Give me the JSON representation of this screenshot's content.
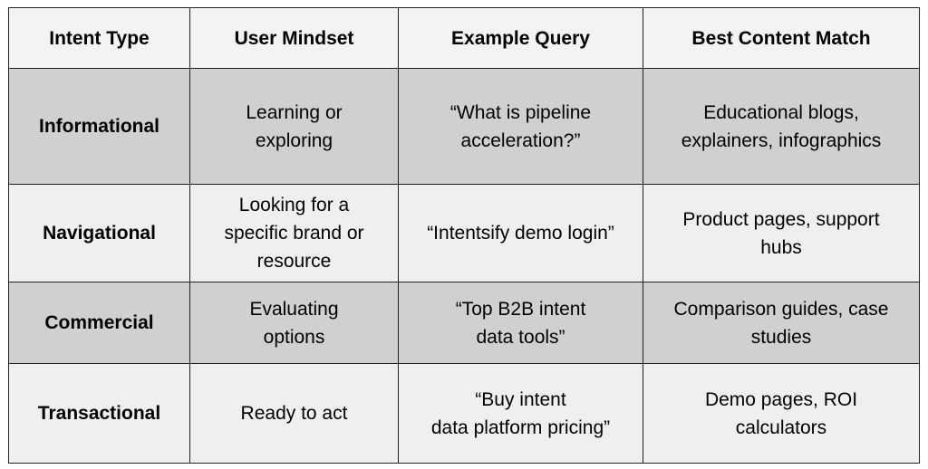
{
  "table": {
    "headers": [
      "Intent Type",
      "User Mindset",
      "Example Query",
      "Best Content Match"
    ],
    "rows": [
      {
        "intent": "Informational",
        "mindset": [
          "Learning or",
          "exploring"
        ],
        "query": [
          "“What is pipeline",
          "acceleration?”"
        ],
        "content": [
          "Educational blogs,",
          "explainers, infographics"
        ]
      },
      {
        "intent": "Navigational",
        "mindset": [
          "Looking for a",
          "specific brand or",
          "resource"
        ],
        "query": [
          "“Intentsify demo login”"
        ],
        "content": [
          "Product pages, support",
          "hubs"
        ]
      },
      {
        "intent": "Commercial",
        "mindset": [
          "Evaluating",
          "options"
        ],
        "query": [
          "“Top B2B intent",
          "data tools”"
        ],
        "content": [
          "Comparison guides, case",
          "studies"
        ]
      },
      {
        "intent": "Transactional",
        "mindset": [
          "Ready to act"
        ],
        "query": [
          "“Buy intent",
          "data platform pricing”"
        ],
        "content": [
          "Demo pages, ROI",
          "calculators"
        ]
      }
    ]
  }
}
